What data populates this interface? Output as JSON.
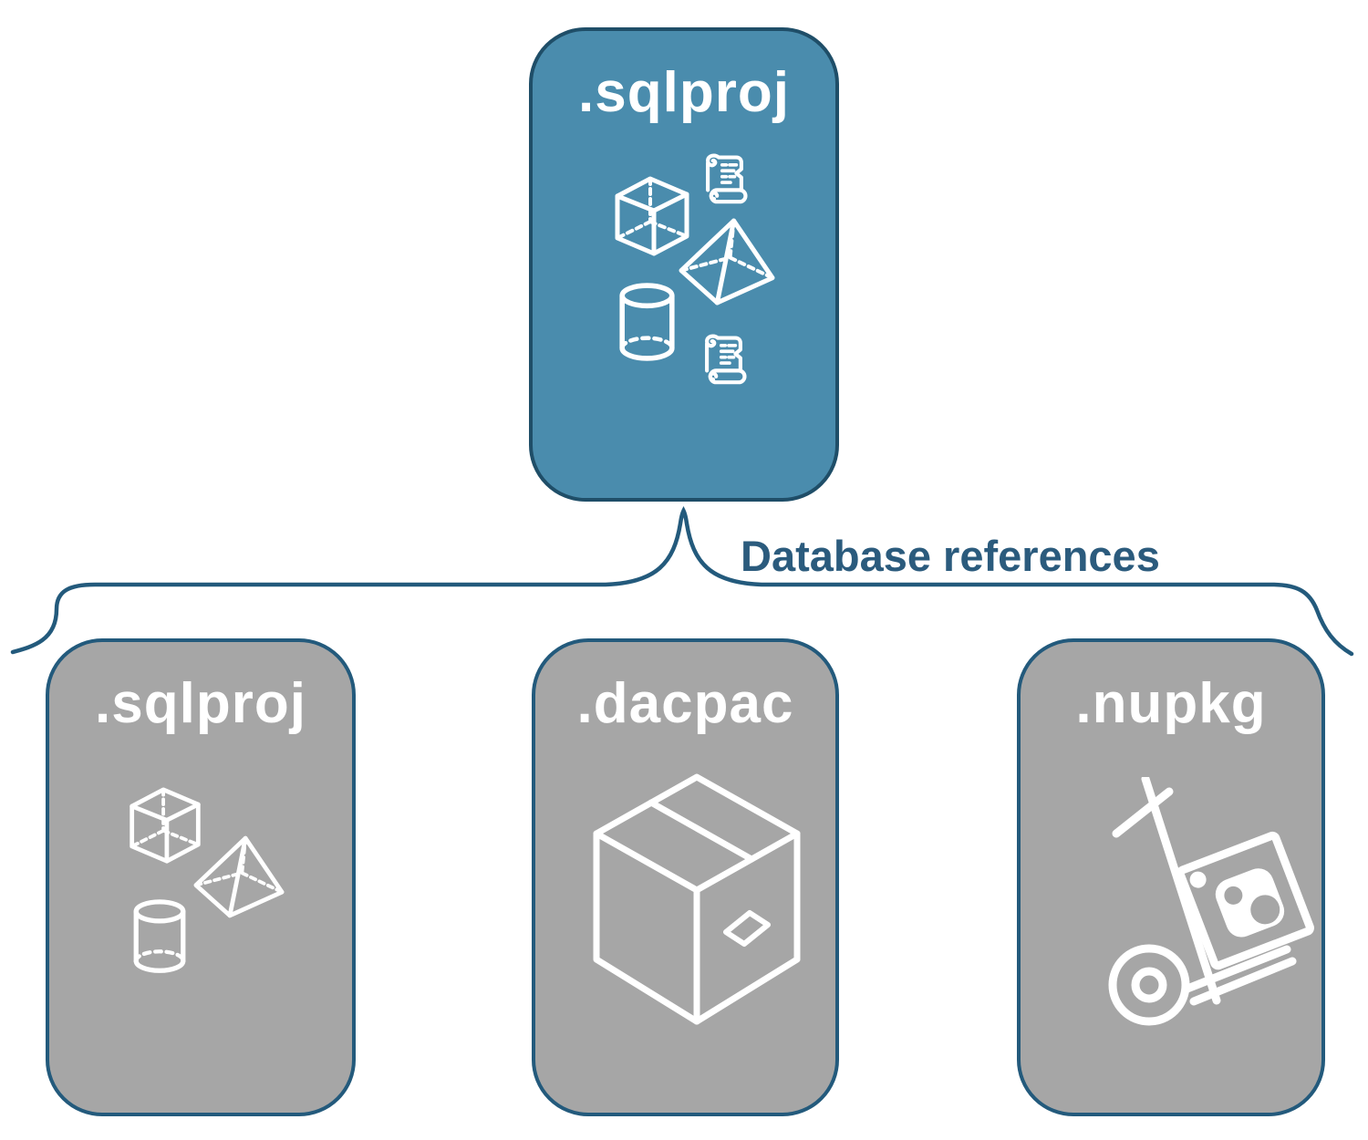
{
  "colors": {
    "node_blue": "#4A8CAD",
    "node_gray": "#A6A6A6",
    "line_navy": "#235A7C",
    "text_navy": "#2B5B7D",
    "icon_white": "#FFFFFF"
  },
  "root": {
    "label": ".sqlproj",
    "icons": [
      "scroll-icon",
      "cube-icon",
      "pyramid-icon",
      "cylinder-icon",
      "scroll-icon"
    ]
  },
  "connector": {
    "label": "Database references"
  },
  "children": [
    {
      "label": ".sqlproj",
      "icons": [
        "cube-icon",
        "pyramid-icon",
        "cylinder-icon"
      ]
    },
    {
      "label": ".dacpac",
      "icons": [
        "package-box-icon"
      ]
    },
    {
      "label": ".nupkg",
      "icons": [
        "hand-truck-icon"
      ]
    }
  ]
}
